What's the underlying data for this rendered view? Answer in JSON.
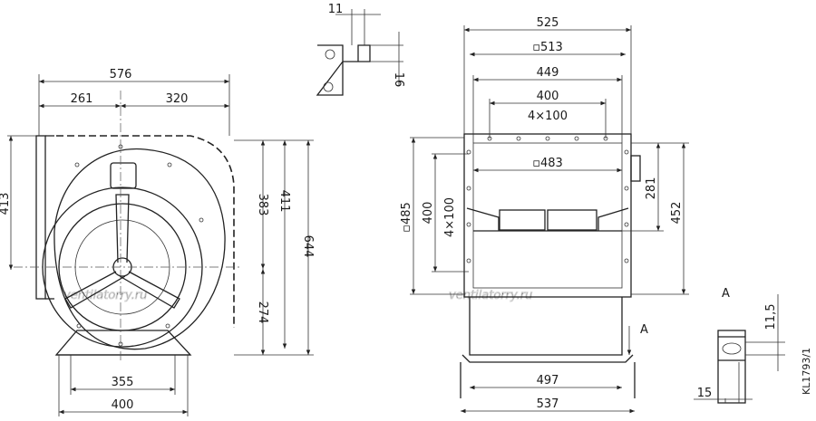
{
  "drawing_code": "KL1793/1",
  "watermark": "ventilatorry.ru",
  "section_label": "A",
  "arrow_label": "A",
  "left_view": {
    "dims": {
      "width_total": "576",
      "width_left": "261",
      "width_right": "320",
      "height_left": "413",
      "height_upper": "383",
      "height_mid": "411",
      "height_total": "644",
      "height_lower": "274",
      "base_inner": "355",
      "base_outer": "400"
    }
  },
  "right_view": {
    "dims": {
      "width_top": "525",
      "square_513": "▫513",
      "width_449": "449",
      "width_400": "400",
      "holes_4x100": "4×100",
      "square_483": "▫483",
      "square_485": "▫485",
      "height_400": "400",
      "height_4x100": "4×100",
      "height_281": "281",
      "height_452": "452",
      "base_497": "497",
      "base_537": "537"
    }
  },
  "bracket_detail": {
    "dim_11": "11",
    "dim_16": "16"
  },
  "foot_detail": {
    "dim_11_5": "11,5",
    "dim_15": "15"
  }
}
